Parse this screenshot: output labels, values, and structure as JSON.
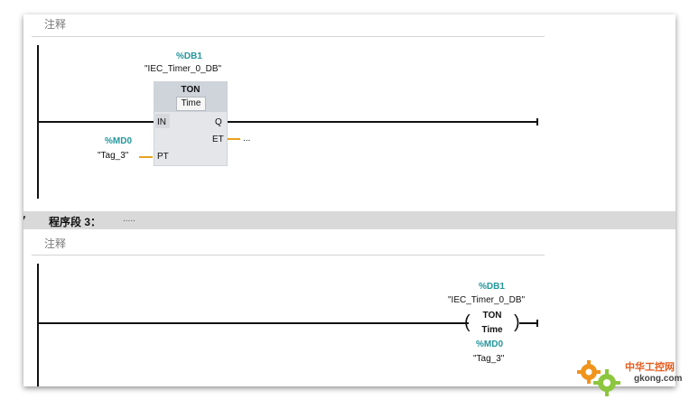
{
  "network2": {
    "comment": "注释",
    "instance_address": "%DB1",
    "instance_name": "\"IEC_Timer_0_DB\"",
    "block_type": "TON",
    "block_time": "Time",
    "pin_in": "IN",
    "pin_pt": "PT",
    "pin_q": "Q",
    "pin_et": "ET",
    "et_value": "...",
    "pt_address": "%MD0",
    "pt_name": "\"Tag_3\""
  },
  "network3": {
    "header_title": "程序段 3：",
    "header_dots": ".....",
    "comment": "注释",
    "coil_address": "%DB1",
    "coil_instance": "\"IEC_Timer_0_DB\"",
    "coil_type": "TON",
    "coil_time": "Time",
    "coil_pt_address": "%MD0",
    "coil_pt_name": "\"Tag_3\""
  },
  "watermark": {
    "text": "中华工控网",
    "url": "gkong.com",
    "colors": {
      "gear_orange": "#f0941c",
      "gear_green": "#8cc63f",
      "text_red": "#e45a1a"
    }
  },
  "colors": {
    "address_teal": "#23969c",
    "param_wire_orange": "#e8a21c",
    "block_body": "#e4e6ea",
    "header_bar": "#d9d9d9"
  }
}
